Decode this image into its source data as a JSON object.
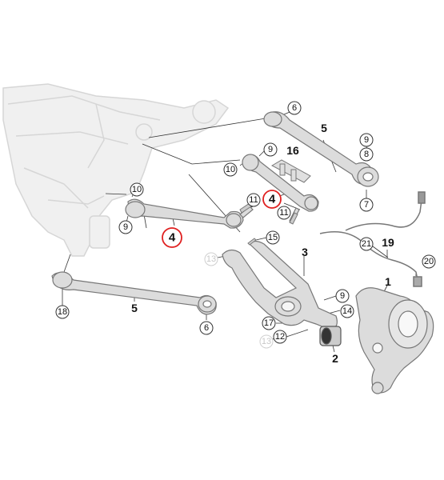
{
  "callouts": {
    "c6_top": "6",
    "c5_top": "5",
    "c9_right": "9",
    "c8_right": "8",
    "c7_right": "7",
    "c16": "16",
    "c9_mid": "9",
    "c10_mid": "10",
    "c11_top": "11",
    "c4_right": "4",
    "c11_bottom": "11",
    "c10_left": "10",
    "c9_left": "9",
    "c4_left": "4",
    "c15": "15",
    "c13_top": "13",
    "c3": "3",
    "c21": "21",
    "c19": "19",
    "c20": "20",
    "c1": "1",
    "c18": "18",
    "c5_bottom": "5",
    "c6_bottom": "6",
    "c9_lower": "9",
    "c14": "14",
    "c17": "17",
    "c12": "12",
    "c13_bottom": "13",
    "c2": "2"
  },
  "colors": {
    "highlight": "#e02020",
    "part_fill": "#d9d9d9",
    "part_stroke": "#777777",
    "frame": "#e9e9e9"
  }
}
